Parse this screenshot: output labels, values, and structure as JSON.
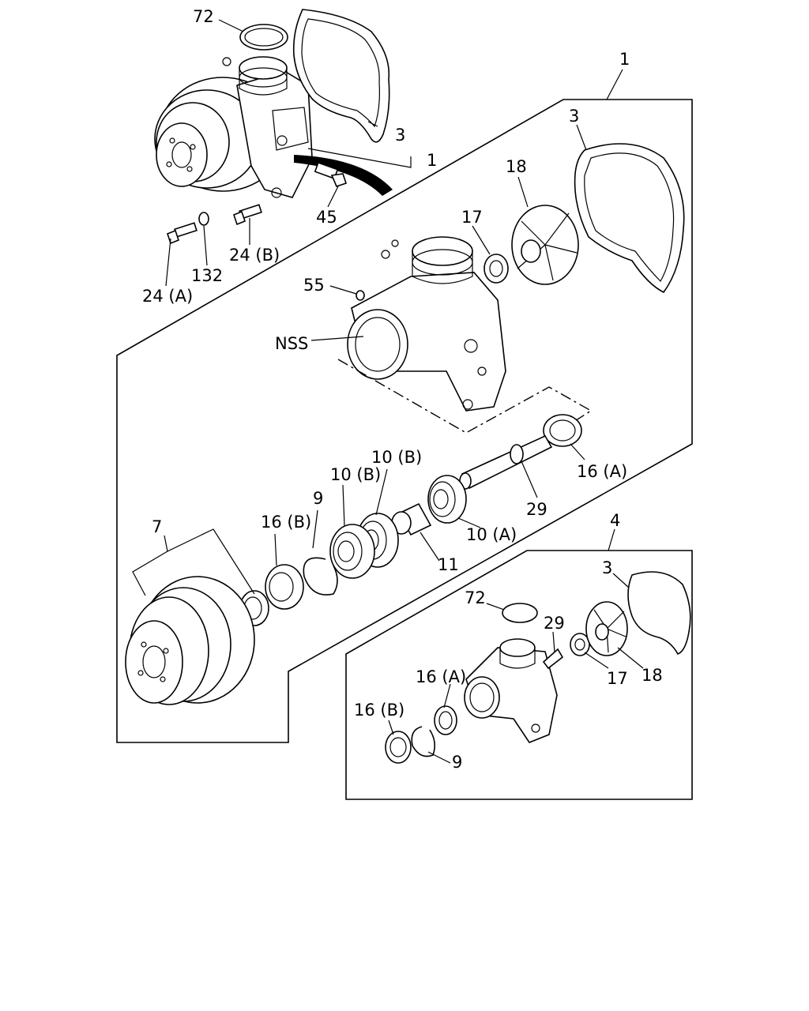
{
  "labels": {
    "l72a": "72",
    "l3a": "3",
    "l1a": "1",
    "l45": "45",
    "l24b": "24 (B)",
    "l132": "132",
    "l24a": "24 (A)",
    "l1b": "1",
    "l3b": "3",
    "l18a": "18",
    "l17a": "17",
    "l55": "55",
    "lnss": "NSS",
    "l10bA": "10 (B)",
    "l10bB": "10 (B)",
    "l9a": "9",
    "l16bA": "16 (B)",
    "l7": "7",
    "l29a": "29",
    "l16aA": "16 (A)",
    "l10a": "10 (A)",
    "l11": "11",
    "l4": "4",
    "l3c": "3",
    "l72b": "72",
    "l29b": "29",
    "l16aB": "16 (A)",
    "l16bB": "16 (B)",
    "l9b": "9",
    "l17b": "17",
    "l18b": "18"
  }
}
